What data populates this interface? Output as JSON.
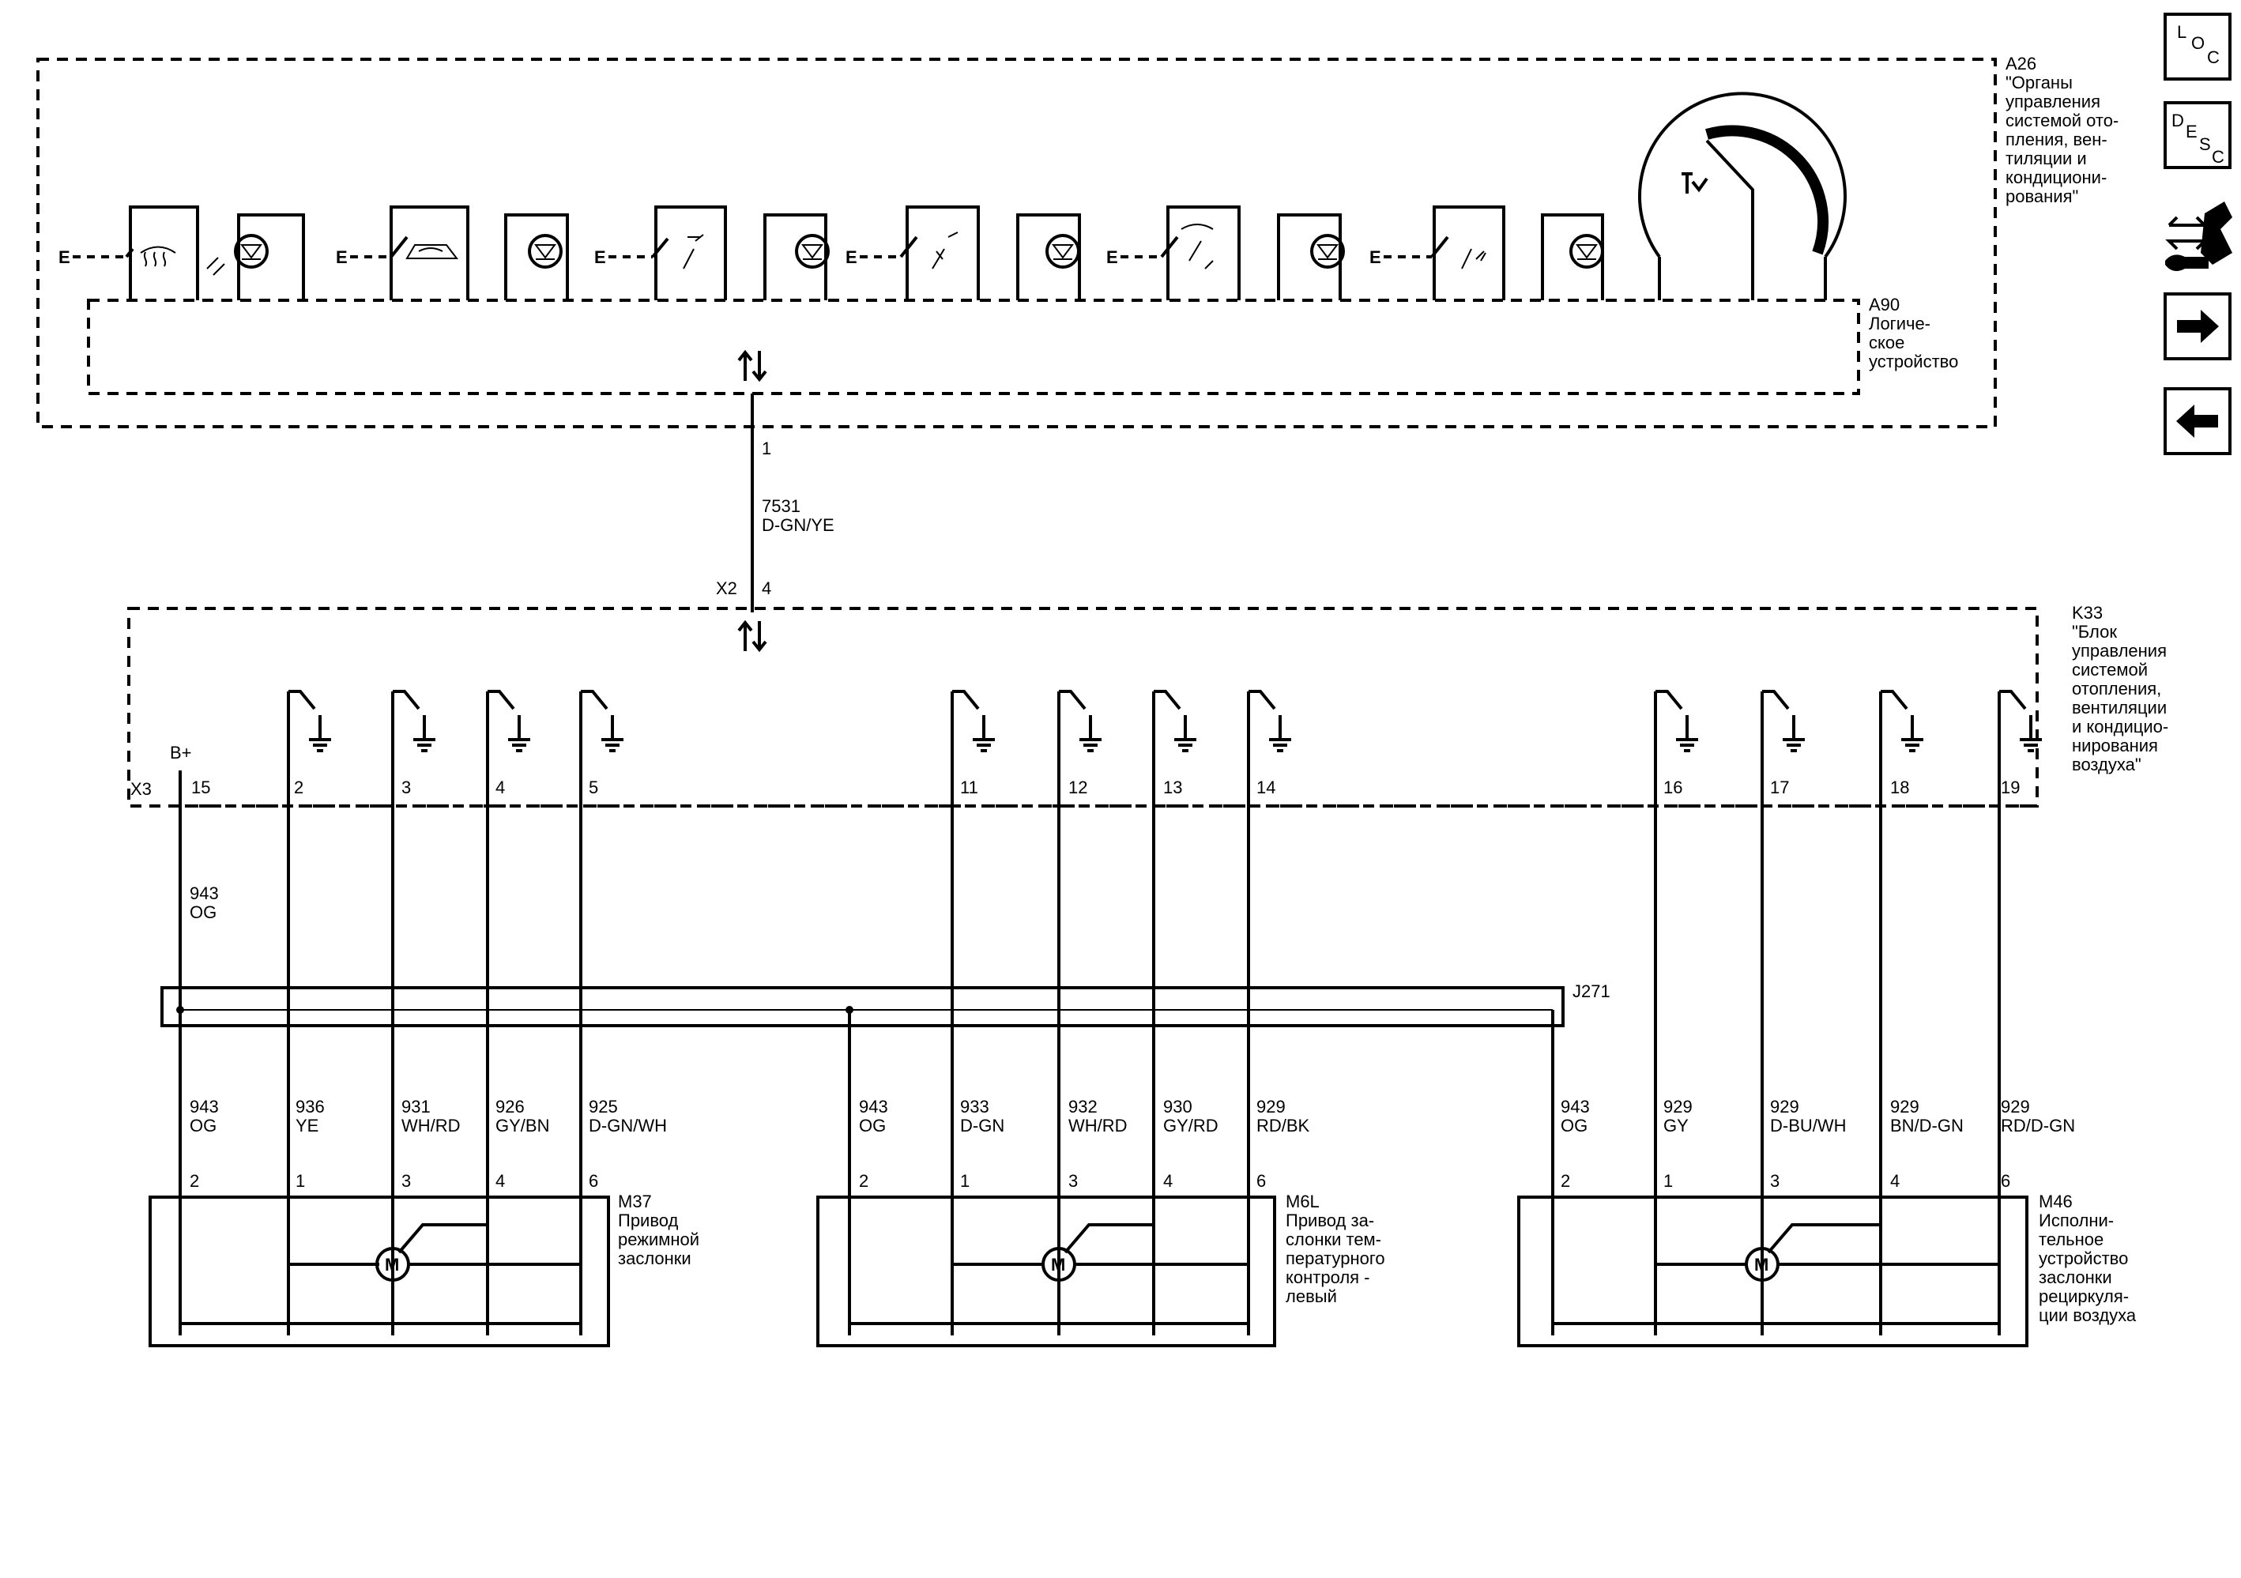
{
  "a26": {
    "id": "A26",
    "lines": [
      "\"Органы",
      "управления",
      "системой ото-",
      "пления, вен-",
      "тиляции и",
      "кондициони-",
      "рования\""
    ]
  },
  "a90": {
    "id": "A90",
    "lines": [
      "Логиче-",
      "ское",
      "устройство"
    ]
  },
  "k33": {
    "id": "K33",
    "lines": [
      "\"Блок",
      "управления",
      "системой",
      "отопления,",
      "вентиляции",
      "и кондицио-",
      "нирования",
      "воздуха\""
    ]
  },
  "m37": {
    "id": "M37",
    "lines": [
      "Привод",
      "режимной",
      "заслонки"
    ]
  },
  "m6l": {
    "id": "M6L",
    "lines": [
      "Привод за-",
      "слонки тем-",
      "пературного",
      "контроля -",
      "левый"
    ]
  },
  "m46": {
    "id": "M46",
    "lines": [
      "Исполни-",
      "тельное",
      "устройство",
      "заслонки",
      "рециркуля-",
      "ции воздуха"
    ]
  },
  "data_link": {
    "pin_top": "1",
    "circuit": "7531",
    "color": "D-GN/YE",
    "connector": "X2",
    "pin_bottom": "4"
  },
  "connector_x3": "X3",
  "b_plus": "B+",
  "splice": "J271",
  "motor_symbol": "M",
  "switch_e": "E",
  "k33_pins": [
    "15",
    "2",
    "3",
    "4",
    "5",
    "11",
    "12",
    "13",
    "14",
    "16",
    "17",
    "18",
    "19"
  ],
  "b_plus_wire": {
    "circuit": "943",
    "color": "OG"
  },
  "m37_wires": [
    {
      "circuit": "943",
      "color": "OG",
      "pin": "2"
    },
    {
      "circuit": "936",
      "color": "YE",
      "pin": "1"
    },
    {
      "circuit": "931",
      "color": "WH/RD",
      "pin": "3"
    },
    {
      "circuit": "926",
      "color": "GY/BN",
      "pin": "4"
    },
    {
      "circuit": "925",
      "color": "D-GN/WH",
      "pin": "6"
    }
  ],
  "m6l_wires": [
    {
      "circuit": "943",
      "color": "OG",
      "pin": "2"
    },
    {
      "circuit": "933",
      "color": "D-GN",
      "pin": "1"
    },
    {
      "circuit": "932",
      "color": "WH/RD",
      "pin": "3"
    },
    {
      "circuit": "930",
      "color": "GY/RD",
      "pin": "4"
    },
    {
      "circuit": "929",
      "color": "RD/BK",
      "pin": "6"
    }
  ],
  "m46_wires": [
    {
      "circuit": "943",
      "color": "OG",
      "pin": "2"
    },
    {
      "circuit": "929",
      "color": "GY",
      "pin": "1"
    },
    {
      "circuit": "929",
      "color": "D-BU/WH",
      "pin": "3"
    },
    {
      "circuit": "929",
      "color": "BN/D-GN",
      "pin": "4"
    },
    {
      "circuit": "929",
      "color": "RD/D-GN",
      "pin": "6"
    }
  ],
  "side_buttons": {
    "loc": [
      "L",
      "O",
      "C"
    ],
    "desc": [
      "D",
      "E",
      "S",
      "C"
    ],
    "tools_icon": "diagnostic-tools-icon",
    "next_icon": "arrow-right-icon",
    "prev_icon": "arrow-left-icon"
  }
}
